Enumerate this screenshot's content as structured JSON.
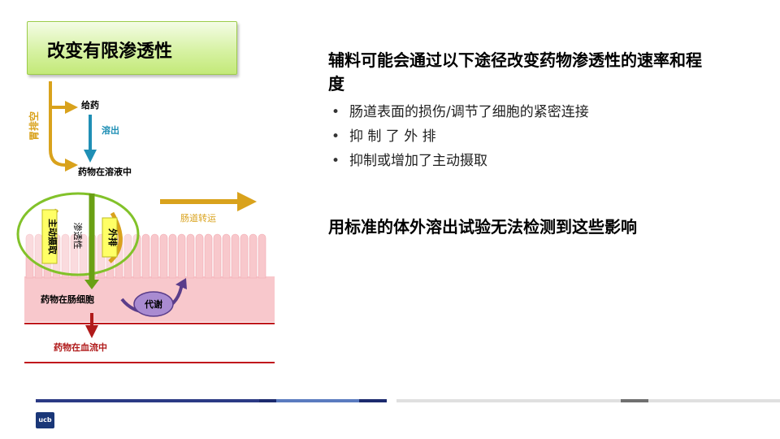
{
  "title": "改变有限渗透性",
  "heading": "辅料可能会通过以下途径改变药物渗透性的速率和程度",
  "bullets": [
    "肠道表面的损伤/调节了细胞的紧密连接",
    "抑 制 了 外 排",
    "抑制或增加了主动摄取"
  ],
  "note": "用标准的体外溶出试验无法检测到这些影响",
  "diagram": {
    "gastric_emptying": "胃排空",
    "dosing": "给药",
    "dissolution": "溶出",
    "drug_in_solution": "药物在溶液中",
    "intestinal_transit": "肠道转运",
    "active_uptake": "主动摄取",
    "permeability": "渗透性",
    "efflux": "外排",
    "drug_in_enterocyte": "药物在肠细胞",
    "metabolism": "代谢",
    "drug_in_blood": "药物在血流中"
  },
  "logo_text": "ucb",
  "colors": {
    "title_green": "#c3e978",
    "gold": "#d9a21c",
    "teal": "#1f8fb5",
    "green_arrow": "#6aa014",
    "purple": "#8a63b5",
    "blood_red": "#c0151c",
    "villi_pink": "#f8c8cc",
    "footer_navy": "#2b3a84",
    "footer_blue": "#5a7bbf"
  }
}
